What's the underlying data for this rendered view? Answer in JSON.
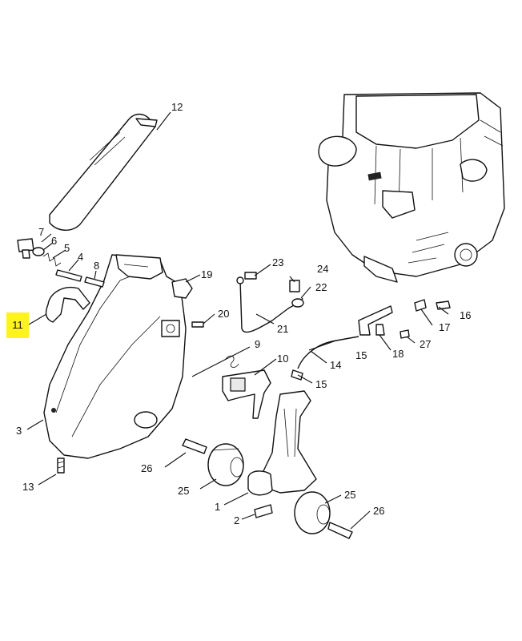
{
  "labels": {
    "l1": "1",
    "l2": "2",
    "l3": "3",
    "l4": "4",
    "l5": "5",
    "l6": "6",
    "l7": "7",
    "l8": "8",
    "l9": "9",
    "l10": "10",
    "l11": "11",
    "l12": "12",
    "l13": "13",
    "l14": "14",
    "l15a": "15",
    "l15b": "15",
    "l16": "16",
    "l17": "17",
    "l18": "18",
    "l19": "19",
    "l20": "20",
    "l21": "21",
    "l22": "22",
    "l23": "23",
    "l24": "24",
    "l25a": "25",
    "l25b": "25",
    "l26a": "26",
    "l26b": "26",
    "l27": "27"
  },
  "highlight": {
    "label": "11",
    "color": "#fdf31f"
  }
}
